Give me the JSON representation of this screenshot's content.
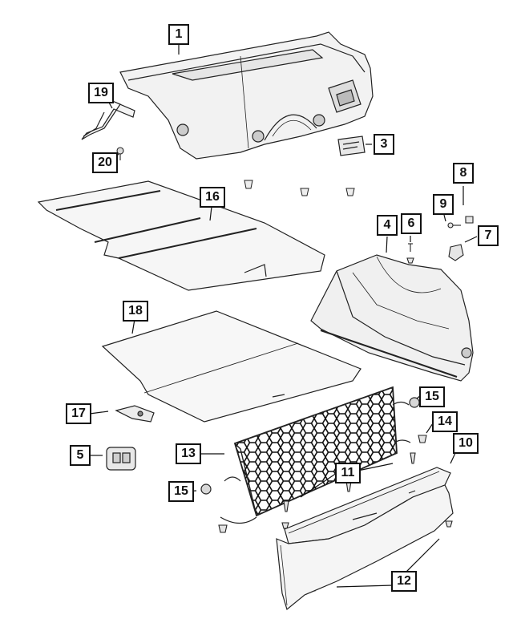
{
  "diagram": {
    "callouts": [
      {
        "id": "1",
        "label": "1"
      },
      {
        "id": "19",
        "label": "19"
      },
      {
        "id": "20",
        "label": "20"
      },
      {
        "id": "3",
        "label": "3"
      },
      {
        "id": "16",
        "label": "16"
      },
      {
        "id": "8",
        "label": "8"
      },
      {
        "id": "9",
        "label": "9"
      },
      {
        "id": "4",
        "label": "4"
      },
      {
        "id": "6",
        "label": "6"
      },
      {
        "id": "7",
        "label": "7"
      },
      {
        "id": "18",
        "label": "18"
      },
      {
        "id": "15a",
        "label": "15"
      },
      {
        "id": "17",
        "label": "17"
      },
      {
        "id": "14",
        "label": "14"
      },
      {
        "id": "10",
        "label": "10"
      },
      {
        "id": "5",
        "label": "5"
      },
      {
        "id": "13",
        "label": "13"
      },
      {
        "id": "11",
        "label": "11"
      },
      {
        "id": "15b",
        "label": "15"
      },
      {
        "id": "12",
        "label": "12"
      }
    ]
  }
}
